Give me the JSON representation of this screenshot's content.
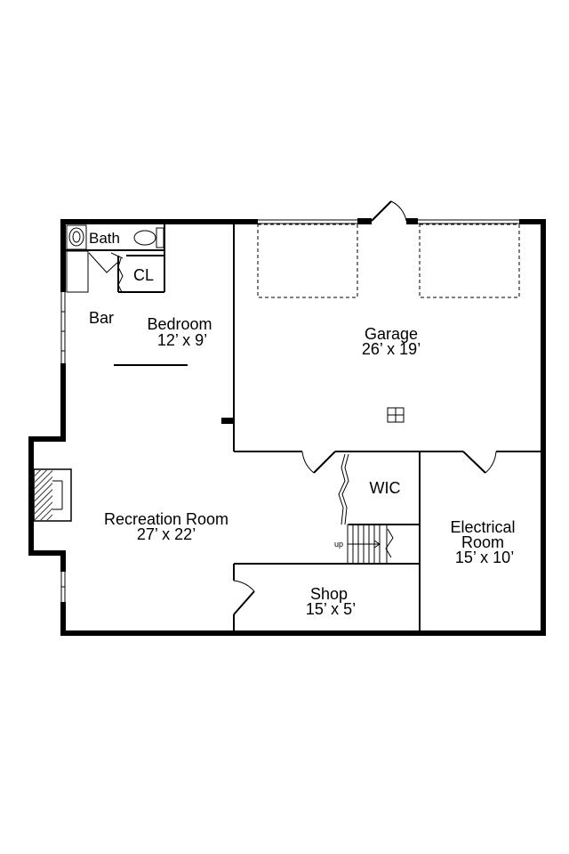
{
  "rooms": {
    "bath": {
      "name": "Bath"
    },
    "closet": {
      "name": "CL"
    },
    "bar": {
      "name": "Bar"
    },
    "bedroom": {
      "name": "Bedroom",
      "size": "12’ x 9’"
    },
    "garage": {
      "name": "Garage",
      "size": "26’ x 19’"
    },
    "wic": {
      "name": "WIC"
    },
    "recreation": {
      "name": "Recreation Room",
      "size": "27’ x 22’"
    },
    "electrical": {
      "name": "Electrical",
      "name2": "Room",
      "size": "15’ x 10’"
    },
    "shop": {
      "name": "Shop",
      "size": "15’ x 5’"
    }
  },
  "stairs": {
    "label": "up"
  },
  "colors": {
    "wall": "#000000",
    "background": "#ffffff"
  }
}
